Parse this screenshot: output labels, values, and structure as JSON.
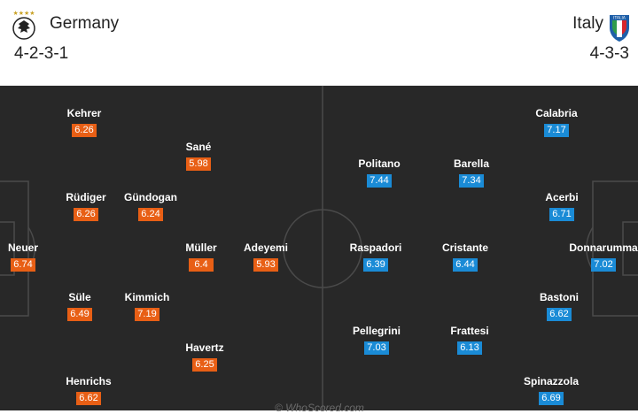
{
  "home": {
    "name": "Germany",
    "formation": "4-2-3-1",
    "crest_icon": "germany-crest-icon",
    "rating_color": "#e85f15",
    "players": [
      {
        "name": "Kehrer",
        "rating": "6.26"
      },
      {
        "name": "Sané",
        "rating": "5.98"
      },
      {
        "name": "Rüdiger",
        "rating": "6.26"
      },
      {
        "name": "Gündogan",
        "rating": "6.24"
      },
      {
        "name": "Neuer",
        "rating": "6.74"
      },
      {
        "name": "Müller",
        "rating": "6.4"
      },
      {
        "name": "Adeyemi",
        "rating": "5.93"
      },
      {
        "name": "Süle",
        "rating": "6.49"
      },
      {
        "name": "Kimmich",
        "rating": "7.19"
      },
      {
        "name": "Havertz",
        "rating": "6.25"
      },
      {
        "name": "Henrichs",
        "rating": "6.62"
      }
    ]
  },
  "away": {
    "name": "Italy",
    "formation": "4-3-3",
    "crest_icon": "italy-crest-icon",
    "rating_color": "#1a8bd6",
    "players": [
      {
        "name": "Calabria",
        "rating": "7.17"
      },
      {
        "name": "Politano",
        "rating": "7.44"
      },
      {
        "name": "Barella",
        "rating": "7.34"
      },
      {
        "name": "Acerbi",
        "rating": "6.71"
      },
      {
        "name": "Raspadori",
        "rating": "6.39"
      },
      {
        "name": "Cristante",
        "rating": "6.44"
      },
      {
        "name": "Donnarumma",
        "rating": "7.02"
      },
      {
        "name": "Bastoni",
        "rating": "6.62"
      },
      {
        "name": "Pellegrini",
        "rating": "7.03"
      },
      {
        "name": "Frattesi",
        "rating": "6.13"
      },
      {
        "name": "Spinazzola",
        "rating": "6.69"
      }
    ]
  },
  "watermark": "© WhoScored.com"
}
